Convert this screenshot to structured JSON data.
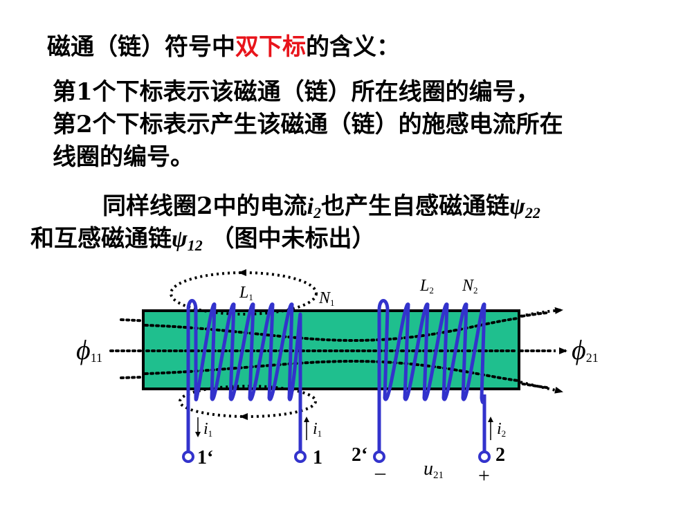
{
  "heading": {
    "prefix": "磁通（链）符号中",
    "highlight": "双下标",
    "suffix": "的含义："
  },
  "explanation": {
    "line1": "第1个下标表示该磁通（链）所在线圈的编号，",
    "line2": "第2个下标表示产生该磁通（链）的施感电流所在",
    "line3": "线圈的编号。"
  },
  "statement": {
    "line1_a": "同样线圈2中的电流",
    "i_var": "i",
    "i_sub": "2",
    "line1_b": "也产生自感磁通链",
    "psi22": "ψ",
    "psi22_sub": "22",
    "line2_a": "和互感磁通链",
    "psi12": "ψ",
    "psi12_sub": "12",
    "line2_b": " （图中未标出）"
  },
  "diagram": {
    "colors": {
      "core": "#1fbf8e",
      "coil": "#3333cc",
      "flux": "#000000"
    },
    "labels": {
      "phi_left": "ϕ",
      "phi_left_sub": "11",
      "phi_right": "ϕ",
      "phi_right_sub": "21",
      "L1": "L",
      "L1_sub": "1",
      "N1": "N",
      "N1_sub": "1",
      "L2": "L",
      "L2_sub": "2",
      "N2": "N",
      "N2_sub": "2",
      "i1_left": "i",
      "i1_left_sub": "1",
      "i1_right": "i",
      "i1_right_sub": "1",
      "i2": "i",
      "i2_sub": "2",
      "u21": "u",
      "u21_sub": "21",
      "term_1p": "1‘",
      "term_1": "1",
      "term_2p": "2‘",
      "term_2": "2",
      "minus": "–",
      "plus": "+"
    }
  }
}
